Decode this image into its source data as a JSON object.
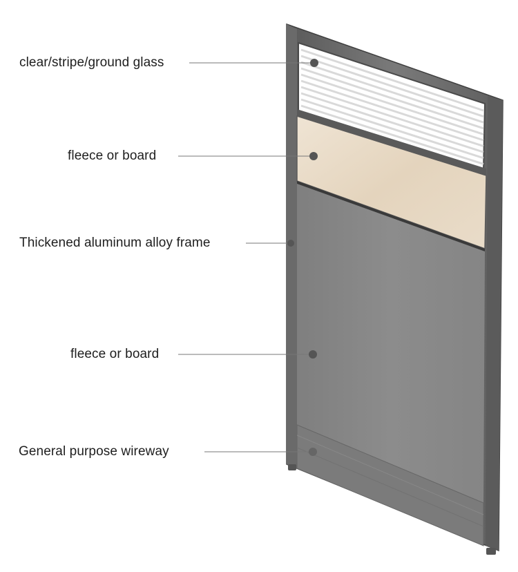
{
  "callouts": [
    {
      "id": "glass",
      "text": "clear/stripe/ground glass"
    },
    {
      "id": "upper-fill",
      "text": "fleece or board"
    },
    {
      "id": "frame",
      "text": "Thickened aluminum alloy frame"
    },
    {
      "id": "lower-fill",
      "text": "fleece or board"
    },
    {
      "id": "wireway",
      "text": "General purpose wireway"
    }
  ],
  "colors": {
    "frame": "#6e6e6e",
    "frame_dark": "#4a4a4a",
    "glass": "#ffffff",
    "stripe": "#d9d9d9",
    "wood": "#e6d8c4",
    "fabric": "#8a8a8a",
    "wireway": "#7e7e7e",
    "marker": "#555555",
    "leader_line": "#777777"
  }
}
